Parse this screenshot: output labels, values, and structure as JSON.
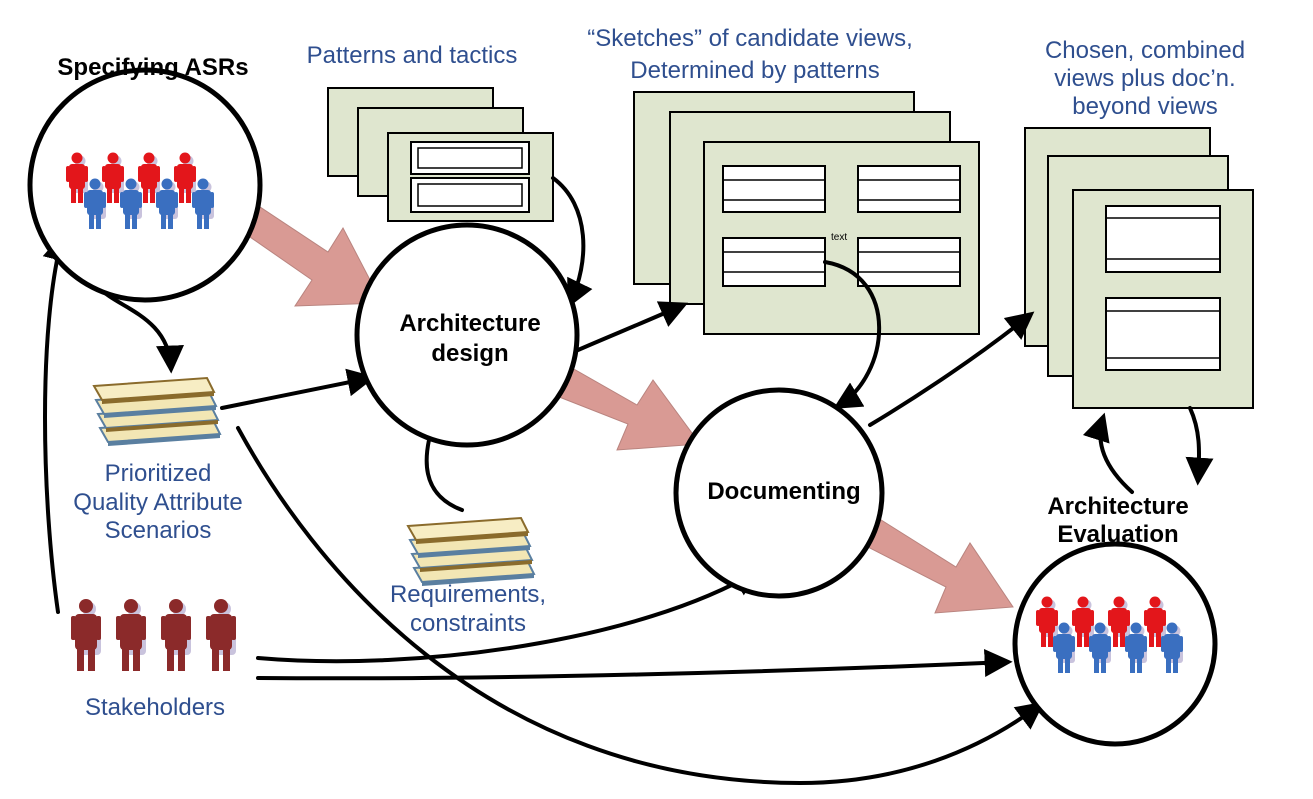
{
  "labels": {
    "specifying_asrs": "Specifying ASRs",
    "patterns_and_tactics": "Patterns and tactics",
    "sketches_line1": "“Sketches” of candidate views,",
    "sketches_line2": "Determined by patterns",
    "chosen_line1": "Chosen, combined",
    "chosen_line2": "views plus doc’n.",
    "chosen_line3": "beyond views",
    "arch_design_line1": "Architecture",
    "arch_design_line2": "design",
    "documenting": "Documenting",
    "arch_eval_line1": "Architecture",
    "arch_eval_line2": "Evaluation",
    "pqas_line1": "Prioritized",
    "pqas_line2": "Quality Attribute",
    "pqas_line3": "Scenarios",
    "req_line1": "Requirements,",
    "req_line2": "constraints",
    "stakeholders": "Stakeholders",
    "sketch_note": "text"
  },
  "colors": {
    "doc_fill": "#dfe6cf",
    "big_arrow": "#d99a94",
    "person_red": "#e3161b",
    "person_blue": "#3a6fc0",
    "person_shadow": "#c9c3dd",
    "stakeholder": "#8b2a2a",
    "label_blue": "#2f4f8f",
    "book_page": "#f2e6b4",
    "book_edge": "#5a7fa0"
  },
  "icons": {
    "asr_people": "people-group-icon",
    "eval_people": "people-group-icon",
    "stakeholders": "stakeholders-icon",
    "pqas_books": "document-stack-icon",
    "req_books": "document-stack-icon"
  }
}
